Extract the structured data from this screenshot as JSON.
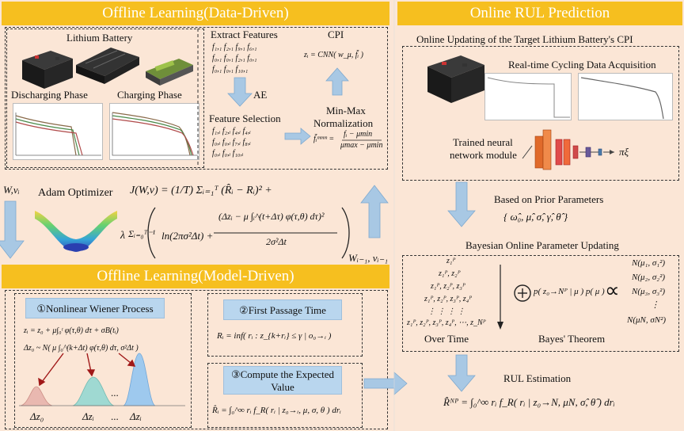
{
  "bands": {
    "offline_data": "Offline Learning(Data-Driven)",
    "online": "Online RUL Prediction",
    "offline_model": "Offline Learning(Model-Driven)"
  },
  "battery": {
    "title": "Lithium Battery",
    "discharging": "Discharging Phase",
    "charging": "Charging Phase"
  },
  "features": {
    "extract_title": "Extract Features",
    "extract_rows": [
      "f₁,₁  f₂,₁  f₉,₁  f₆,₁",
      "f₀,₁  f₀,₁  f₂,₁  f₀,₁",
      "f₀,₁  f₀,₁  f₁₀,₁"
    ],
    "ae_label": "AE",
    "selection_title": "Feature Selection",
    "selection_rows": [
      "f₁,ᵢ  f₂,ᵢ  f₄,ᵢ  f₄,ᵢ",
      "f₀,ᵢ  f₀,ᵢ  f₇,ᵢ  f₈,ᵢ",
      "f₀,ᵢ  f₀,ᵢ  f₁₀,ᵢ"
    ],
    "cpi_title": "CPI",
    "cpi_eq": "zᵢ = CNN( w_μ, f̃ᵢ )",
    "minmax_title_1": "Min-Max",
    "minmax_title_2": "Normalization",
    "minmax_lhs": "f̃ᵢᵐᵐᵐ =",
    "minmax_num": "fᵢ − μmin",
    "minmax_den": "μmax − μmin"
  },
  "adam": {
    "params_left": "W,vᵢ",
    "label": "Adam Optimizer",
    "eq1": "J(W,v) = (1/T) Σᵢ₌₁ᵀ (R̂ᵢ − Rᵢ)² +",
    "lambda": "λ",
    "sum": "Σᵢ₌₀ᵀ⁻¹",
    "term_ln": "ln(2πσ²Δt) +",
    "term_num": "(Δzᵢ − μ ∫ᵢ^(t+Δτ) φ(τ,θ) dτ)²",
    "term_den": "2σ²Δt",
    "params_right": "Wᵢ₋₁, vᵢ₋₁"
  },
  "model": {
    "wiener_title": "①Nonlinear Wiener Process",
    "wiener_eq1": "zᵢ = z₀ + μ∫₀ᵗ φ(τ,θ) dτ + σB(tᵢ)",
    "wiener_eq2": "Δz₀ ~ N( μ ∫₀^(k+Δt) φ(τ,θ) dτ, σ²Δt )",
    "dist_labels": [
      "Δz₀",
      "Δzᵢ",
      "Δzᵢ"
    ],
    "dots": "...",
    "fpt_title": "②First Passage Time",
    "fpt_eq": "Rᵢ = inf( rᵢ :  z_{k+rᵢ} ≤ γ | o₀→ᵢ )",
    "expected_title_1": "③Compute the Expected",
    "expected_title_2": "Value",
    "expected_eq": "R̂ᵢ = ∫₀^∞ rᵢ f_R( rᵢ | z₀→ᵢ, μ, σ, θ ) drᵢ"
  },
  "online": {
    "cpi_update_title": "Online Updating of the Target Lithium Battery's CPI",
    "acquisition": "Real-time Cycling Data Acquisition",
    "trained_1": "Trained neural",
    "trained_2": "network module",
    "nn_output": "πξ",
    "prior_title": "Based on Prior Parameters",
    "prior_params": "{ ω̂₀, μ̂, σ̂, γ̂, θ̂ }",
    "bayes_title": "Bayesian Online Parameter Updating",
    "triangle_rows": [
      "z₁ᴾ",
      "z₁ᴾ, z₂ᴾ",
      "z₁ᴾ, z₂ᴾ, z₃ᴾ",
      "z₁ᴾ, z₂ᴾ, z₃ᴾ, z₄ᴾ",
      "⋮   ⋮   ⋮   ⋮",
      "z₁ᴾ, z₂ᴾ, z₃ᴾ, z₄ᴾ, ⋯, z_Nᴾ"
    ],
    "over_time": "Over Time",
    "bayes_eq": "p( z₀→Nᴾ | μ ) p( μ )",
    "posterior": [
      "N(μ₁, σ₁²)",
      "N(μ₂, σ₂²)",
      "N(μ₃, σ₃²)",
      "⋮",
      "N(μN, σN²)"
    ],
    "bayes_theorem": "Bayes' Theorem",
    "rul_title": "RUL Estimation",
    "rul_eq": "R̂ᴺᴾ = ∫₀^∞ rᵢ f_R( rᵢ | z₀→N, μN, σ̂, θ̂ ) drᵢ"
  },
  "colors": {
    "band": "#f6bf1f",
    "background": "#fbe6d6",
    "arrow": "#a8c8e4",
    "blue_header": "#b9d6ee"
  }
}
